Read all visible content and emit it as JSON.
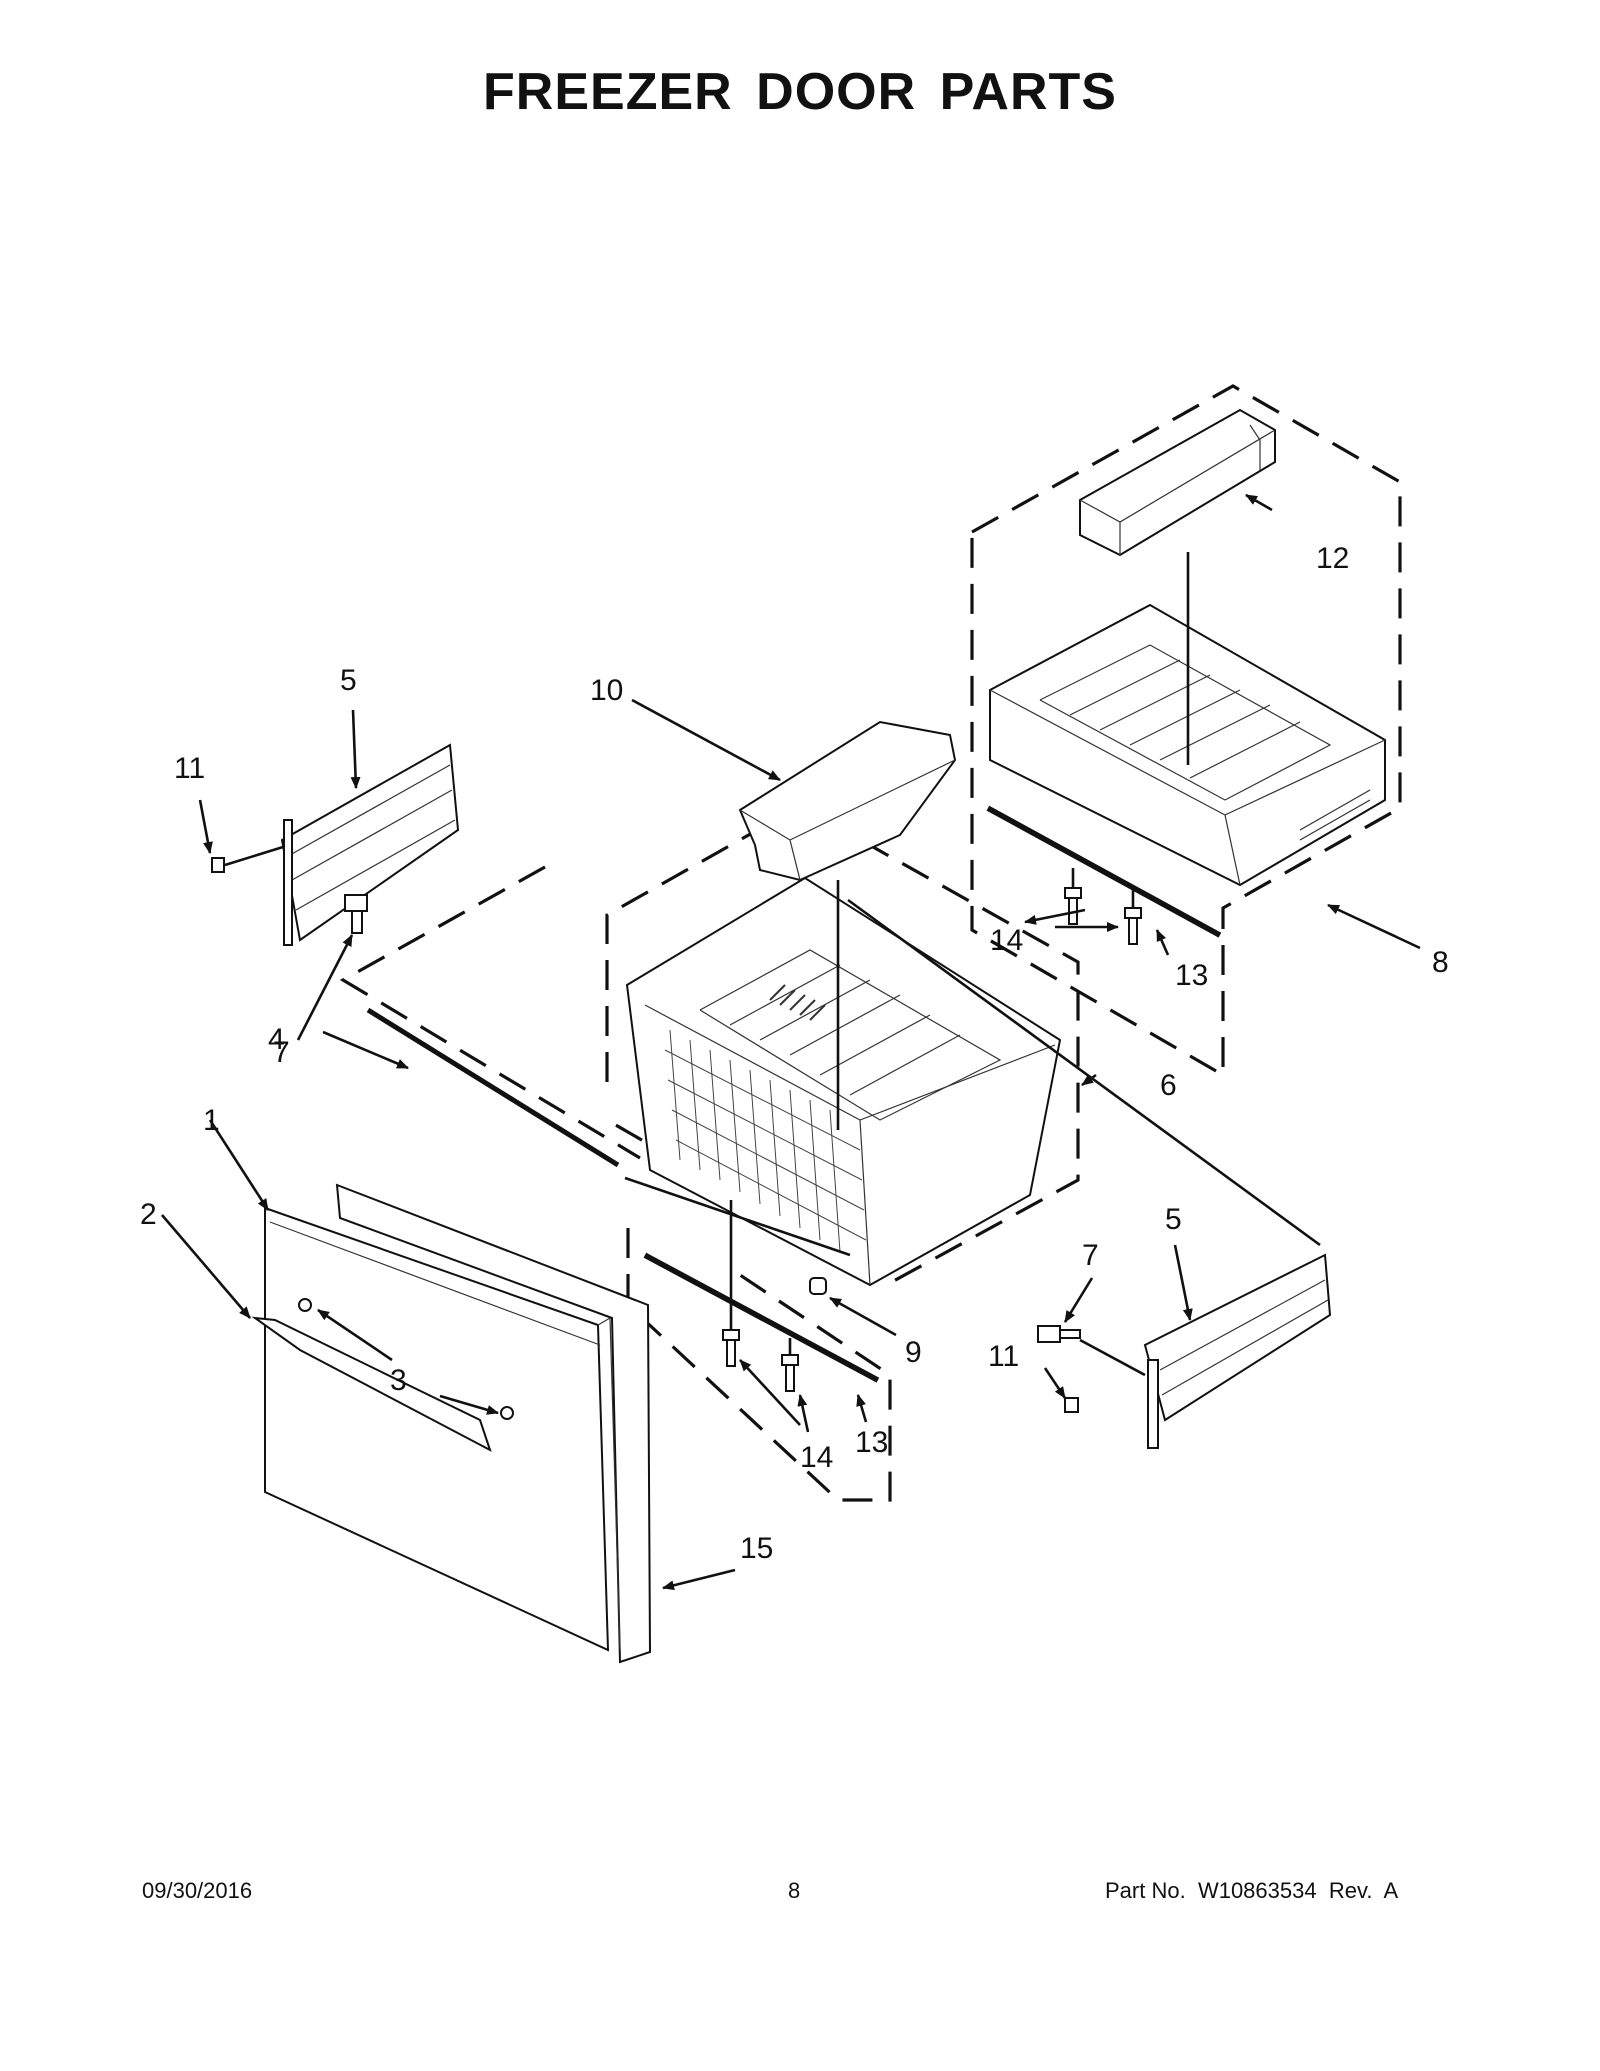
{
  "title": "FREEZER DOOR PARTS",
  "callouts": {
    "c1": "1",
    "c2": "2",
    "c3": "3",
    "c4": "4",
    "c5a": "5",
    "c5b": "5",
    "c6": "6",
    "c7a": "7",
    "c7b": "7",
    "c8": "8",
    "c9": "9",
    "c10": "10",
    "c11a": "11",
    "c11b": "11",
    "c12": "12",
    "c13a": "13",
    "c13b": "13",
    "c14a": "14",
    "c14b": "14",
    "c15": "15"
  },
  "footer": {
    "date": "09/30/2016",
    "page": "8",
    "part_label": "Part No.",
    "part_number": "W10863534",
    "rev": "Rev.  A"
  }
}
